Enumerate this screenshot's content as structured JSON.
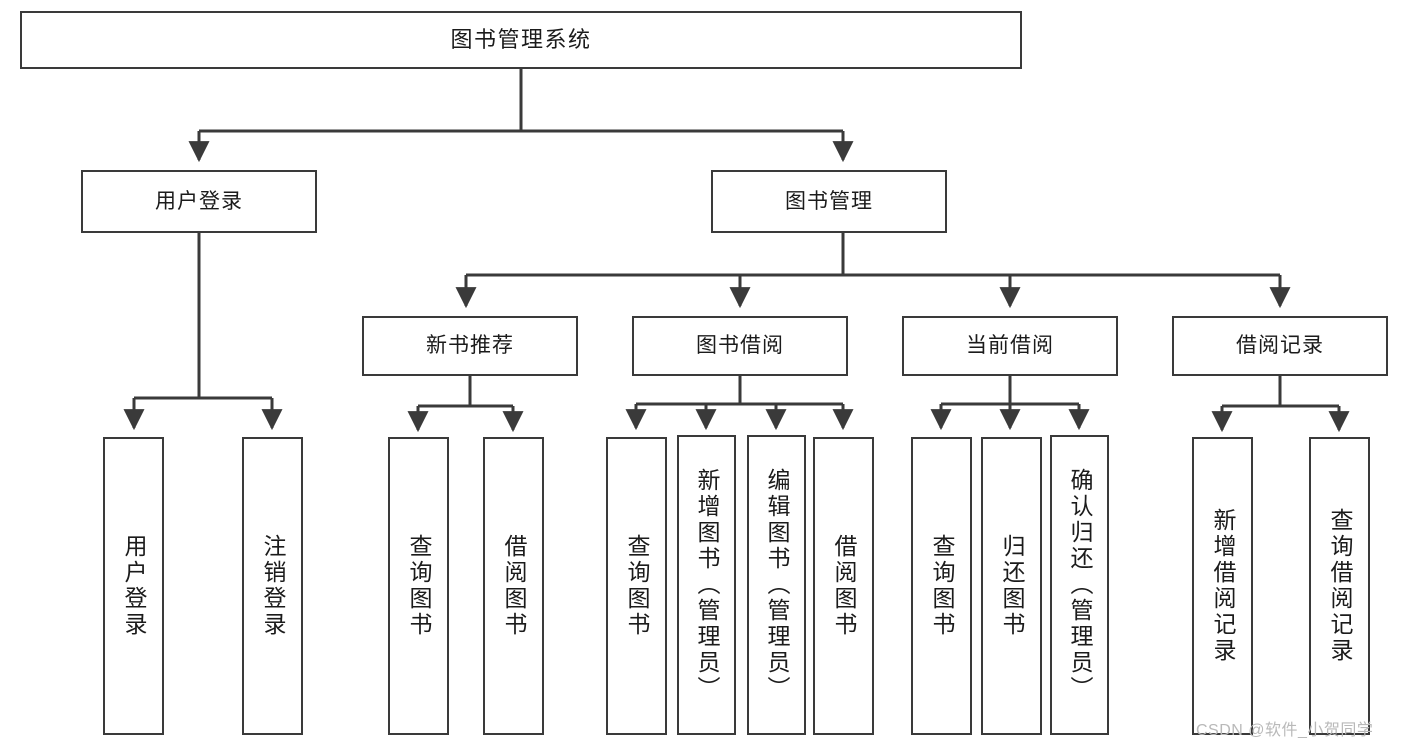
{
  "diagram": {
    "title": "图书管理系统",
    "watermark": "CSDN @软件_小贺同学",
    "line_color": "#3a3a3a",
    "box_fill": "#ffffff",
    "text_color": "#1b1b1b",
    "nodes": {
      "root": {
        "label": "图书管理系统"
      },
      "level2": [
        {
          "id": "user-login",
          "label": "用户登录"
        },
        {
          "id": "book-manage",
          "label": "图书管理"
        }
      ],
      "level3": [
        {
          "id": "new-book-recommend",
          "label": "新书推荐"
        },
        {
          "id": "book-borrow",
          "label": "图书借阅"
        },
        {
          "id": "current-borrow",
          "label": "当前借阅"
        },
        {
          "id": "borrow-record",
          "label": "借阅记录"
        }
      ],
      "leaves": {
        "user-login": [
          {
            "id": "leaf-user-login",
            "label": "用户登录"
          },
          {
            "id": "leaf-logout-login",
            "label": "注销登录"
          }
        ],
        "new-book-recommend": [
          {
            "id": "leaf-query-book-1",
            "label": "查询图书"
          },
          {
            "id": "leaf-borrow-book-1",
            "label": "借阅图书"
          }
        ],
        "book-borrow": [
          {
            "id": "leaf-query-book-2",
            "label": "查询图书"
          },
          {
            "id": "leaf-add-book",
            "label": "新增图书（管理员）"
          },
          {
            "id": "leaf-edit-book",
            "label": "编辑图书（管理员）"
          },
          {
            "id": "leaf-borrow-book-2",
            "label": "借阅图书"
          }
        ],
        "current-borrow": [
          {
            "id": "leaf-query-book-3",
            "label": "查询图书"
          },
          {
            "id": "leaf-return-book",
            "label": "归还图书"
          },
          {
            "id": "leaf-confirm-return",
            "label": "确认归还（管理员）"
          }
        ],
        "borrow-record": [
          {
            "id": "leaf-add-record",
            "label": "新增借阅记录"
          },
          {
            "id": "leaf-query-record",
            "label": "查询借阅记录"
          }
        ]
      }
    }
  }
}
